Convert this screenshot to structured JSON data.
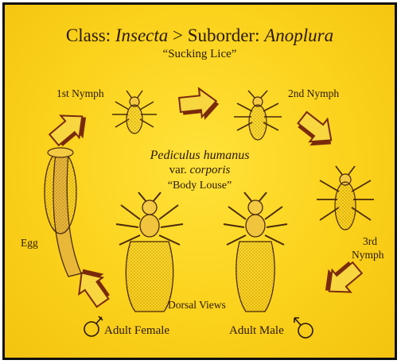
{
  "title": {
    "prefix": "Class: ",
    "class_name": "Insecta",
    "separator": " > Suborder: ",
    "suborder_name": "Anoplura"
  },
  "subtitle": "“Sucking Lice”",
  "species": {
    "genus_species": "Pediculus humanus",
    "var_prefix": "var. ",
    "variety": "corporis",
    "common_name": "“Body Louse”"
  },
  "stages": {
    "egg": "Egg",
    "nymph1": "1st Nymph",
    "nymph2": "2nd Nymph",
    "nymph3_line1": "3rd",
    "nymph3_line2": "Nymph",
    "adult_female": "Adult Female",
    "adult_male": "Adult Male"
  },
  "view_note": "Dorsal Views",
  "colors": {
    "background": "#fbd21c",
    "ink": "#2b1808",
    "arrow_fill": "#f7d640",
    "arrow_shadow": "#7a2a0c",
    "frame": "#101010"
  }
}
